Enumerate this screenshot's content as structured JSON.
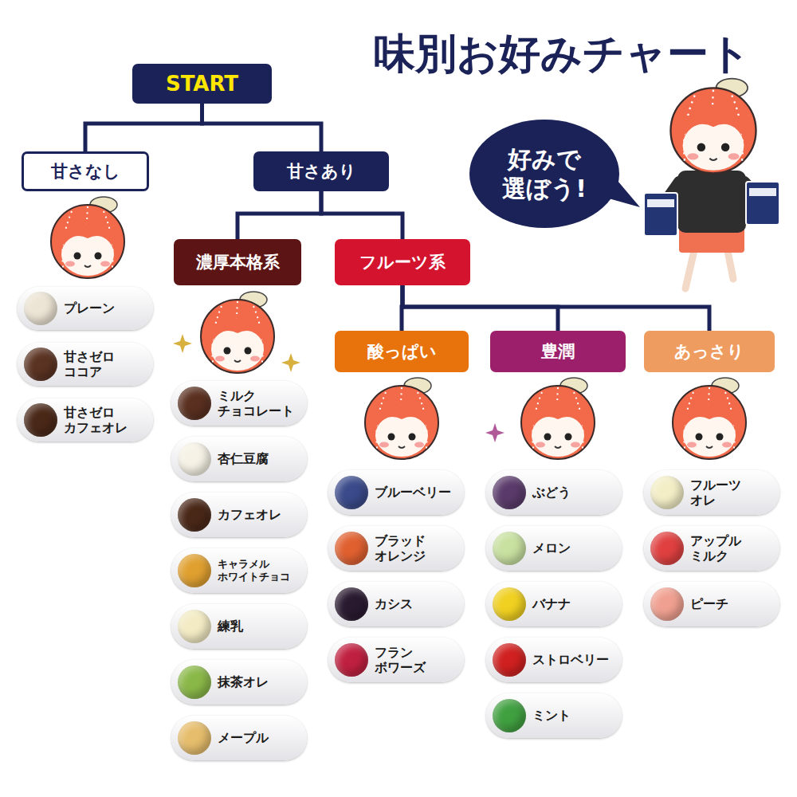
{
  "diagram": {
    "title": "味別お好みチャート",
    "nodes": [
      {
        "text": [
          "START"
        ]
      },
      {
        "text": [
          "甘さなし"
        ]
      },
      {
        "text": [
          "甘さあり"
        ]
      },
      {
        "text": [
          "好みで 選ぼう!"
        ]
      },
      {
        "text": [
          "濃厚本格系"
        ]
      },
      {
        "text": [
          "フルーツ系"
        ]
      },
      {
        "text": [
          "酸っぱい"
        ]
      },
      {
        "text": [
          "豊潤"
        ]
      },
      {
        "text": [
          "あっさり"
        ]
      },
      {
        "text": [
          "プレーン"
        ]
      },
      {
        "text": [
          "甘さゼロ ココア"
        ]
      },
      {
        "text": [
          "甘さゼロ カフェオレ"
        ]
      },
      {
        "text": [
          "ミルク チョコレート"
        ]
      },
      {
        "text": [
          "杏仁豆腐"
        ]
      },
      {
        "text": [
          "カフェオレ"
        ]
      },
      {
        "text": [
          "キャラメル ホワイトチョコ"
        ]
      },
      {
        "text": [
          "練乳"
        ]
      },
      {
        "text": [
          "抹茶オレ"
        ]
      },
      {
        "text": [
          "メープル"
        ]
      },
      {
        "text": [
          "ブルーベリー"
        ]
      },
      {
        "text": [
          "ブラッド オレンジ"
        ]
      },
      {
        "text": [
          "カシス"
        ]
      },
      {
        "text": [
          "フラン ボワーズ"
        ]
      },
      {
        "text": [
          "ぶどう"
        ]
      },
      {
        "text": [
          "メロン"
        ]
      },
      {
        "text": [
          "バナナ"
        ]
      },
      {
        "text": [
          "ストロベリー"
        ]
      },
      {
        "text": [
          "ミント"
        ]
      },
      {
        "text": [
          "フルーツ オレ"
        ]
      },
      {
        "text": [
          "アップル ミルク"
        ]
      },
      {
        "text": [
          "ピーチ"
        ]
      }
    ],
    "edges": [
      {
        "from": 0,
        "to": 1,
        "arrow": "none"
      },
      {
        "from": 0,
        "to": 2,
        "arrow": "none"
      },
      {
        "from": 2,
        "to": 4,
        "arrow": "none"
      },
      {
        "from": 2,
        "to": 5,
        "arrow": "none"
      },
      {
        "from": 5,
        "to": 6,
        "arrow": "none"
      },
      {
        "from": 5,
        "to": 7,
        "arrow": "none"
      },
      {
        "from": 5,
        "to": 8,
        "arrow": "none"
      }
    ]
  }
}
